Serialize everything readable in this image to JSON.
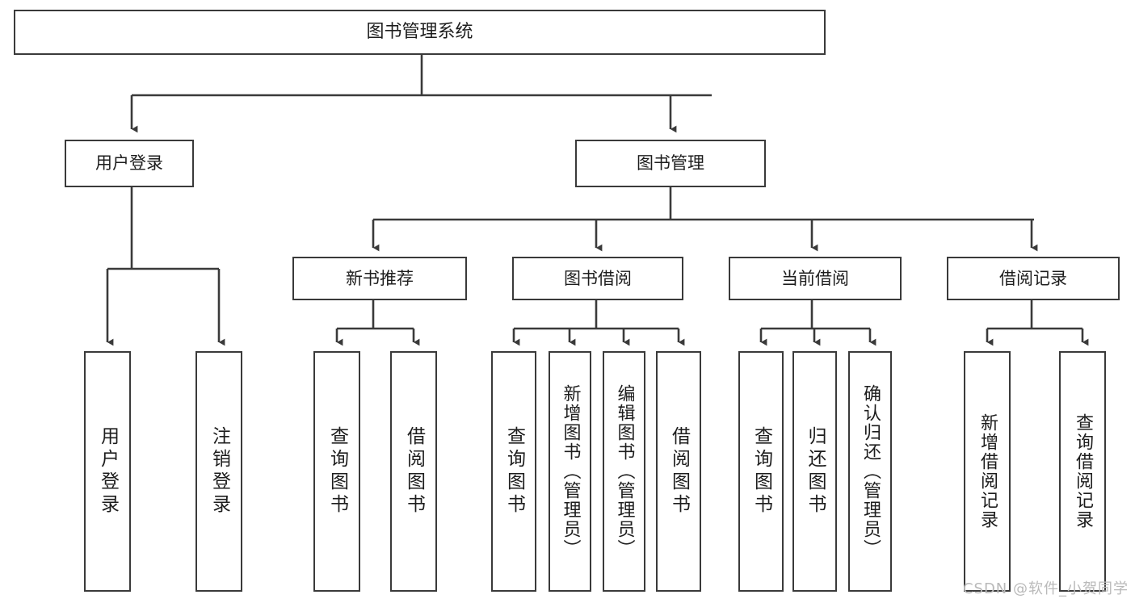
{
  "diagram": {
    "title": "图书管理系统",
    "type": "hierarchy-tree",
    "root": {
      "label": "图书管理系统"
    },
    "level2": [
      {
        "label": "用户登录"
      },
      {
        "label": "图书管理"
      }
    ],
    "level3": [
      {
        "label": "新书推荐"
      },
      {
        "label": "图书借阅"
      },
      {
        "label": "当前借阅"
      },
      {
        "label": "借阅记录"
      }
    ],
    "leaves_user_login": [
      {
        "label": "用户登录"
      },
      {
        "label": "注销登录"
      }
    ],
    "leaves_new_book": [
      {
        "label": "查询图书"
      },
      {
        "label": "借阅图书"
      }
    ],
    "leaves_borrow": [
      {
        "label": "查询图书"
      },
      {
        "label": "新增图书（管理员）"
      },
      {
        "label": "编辑图书（管理员）"
      },
      {
        "label": "借阅图书"
      }
    ],
    "leaves_current": [
      {
        "label": "查询图书"
      },
      {
        "label": "归还图书"
      },
      {
        "label": "确认归还（管理员）"
      }
    ],
    "leaves_records": [
      {
        "label": "新增借阅记录"
      },
      {
        "label": "查询借阅记录"
      }
    ]
  },
  "watermark": {
    "text": "CSDN @软件_小贺同学"
  },
  "colors": {
    "stroke": "#3a3a3a",
    "fill": "#ffffff",
    "text": "#1d1d1d",
    "watermark": "#b9b9b9"
  }
}
